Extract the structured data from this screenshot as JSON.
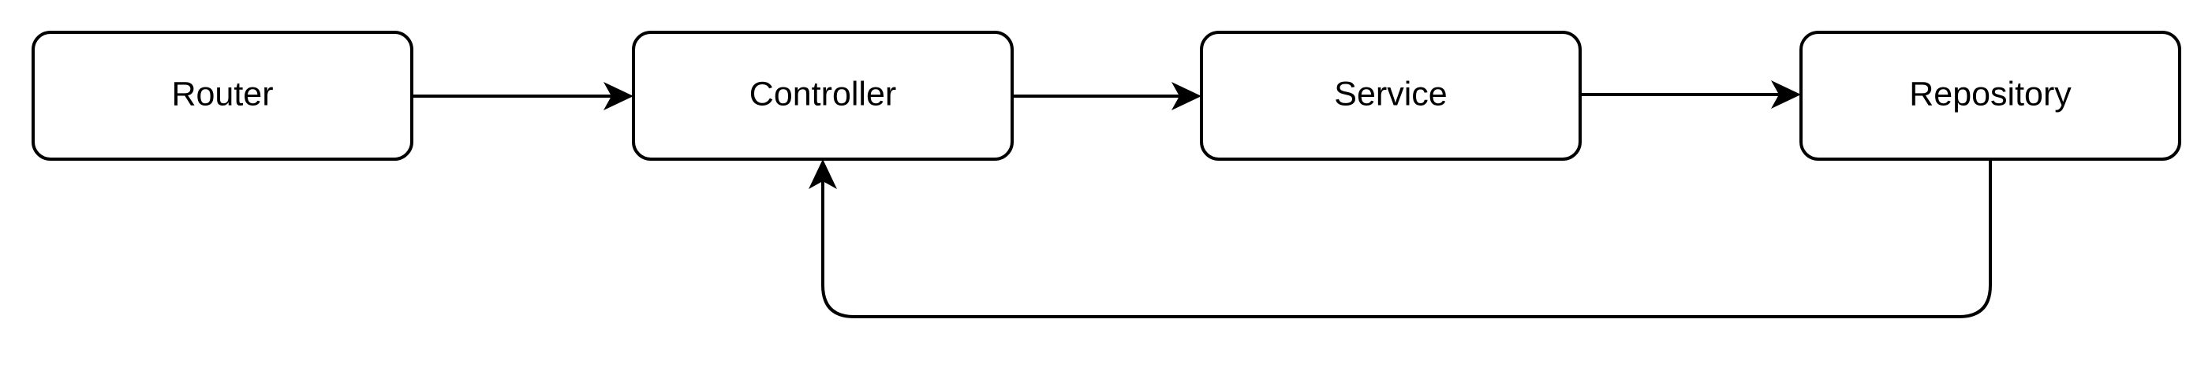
{
  "diagram": {
    "nodes": [
      {
        "id": "router",
        "label": "Router"
      },
      {
        "id": "controller",
        "label": "Controller"
      },
      {
        "id": "service",
        "label": "Service"
      },
      {
        "id": "repository",
        "label": "Repository"
      }
    ],
    "edges": [
      {
        "from": "router",
        "to": "controller"
      },
      {
        "from": "controller",
        "to": "service"
      },
      {
        "from": "service",
        "to": "repository"
      },
      {
        "from": "repository",
        "to": "controller"
      }
    ]
  }
}
